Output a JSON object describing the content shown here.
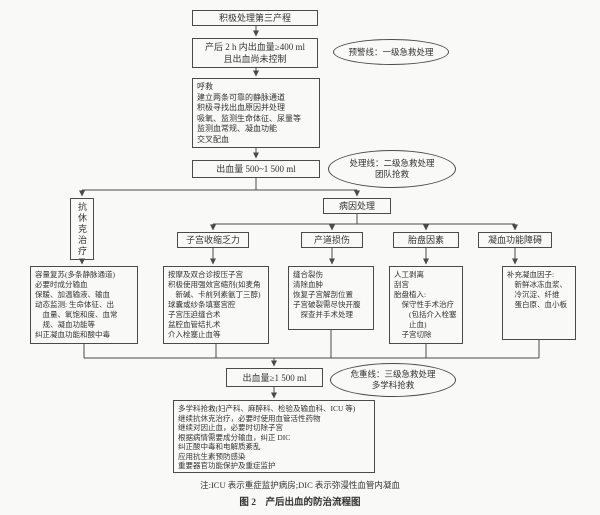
{
  "palette": {
    "line": "#4a4a4a",
    "text": "#333333",
    "bg": "#f9f9f7"
  },
  "flowchart": {
    "start_box": "积极处理第三产程",
    "warning_box": "产后 2 h 内出血量≥400 ml\n且出血尚未控制",
    "warning_ellipse": "预警线：一级急救处理",
    "response_box": "呼救\n建立两条可靠的静脉通道\n积极寻找出血原因并处理\n吸氧、监测生命体征、尿量等\n监测血常规、凝血功能\n交叉配血",
    "volume_box_1": "出血量 500~1 500 ml",
    "treatment_ellipse": "处理线：二级急救处理\n团队抢救",
    "anti_shock": {
      "label": "抗休克治疗",
      "detail": "容量复苏(多条静脉通道)\n必要时成分输血\n保暖、加温输液、输血\n动态监测: 生命体征、出\n　血量、氧饱和度、血常\n　规、凝血功能等\n纠正凝血功能和酸中毒"
    },
    "cause_header": "病因处理",
    "cause_columns": [
      {
        "cause": "子宫收缩乏力",
        "detail": "按摩及双合诊按压子宫\n积极使用强效宫缩剂(如麦角\n　新碱、卡前列素氨丁三醇)\n球囊或纱条填塞宫腔\n子宫压迫缝合术\n盆腔血管结扎术\n介入栓塞止血等"
      },
      {
        "cause": "产道损伤",
        "detail": "缝合裂伤\n清除血肿\n恢复子宫解剖位置\n子宫破裂需尽快开腹\n　探查并手术处理"
      },
      {
        "cause": "胎盘因素",
        "detail": "人工剥离\n刮宫\n胎盘植入:\n　保守性手术治疗\n　　(包括介入栓塞\n　　止血)\n　子宫切除"
      },
      {
        "cause": "凝血功能障碍",
        "detail": "补充凝血因子:\n　新鲜冰冻血浆、\n　冷沉淀、纤维\n　蛋白原、血小板"
      }
    ],
    "volume_box_2": "出血量≥1 500 ml",
    "critical_ellipse": "危重线：三级急救处理\n多学科抢救",
    "multidisciplinary_box": "多学科抢救(妇产科、麻醉科、检验及输血科、ICU 等)\n继续抗休克治疗，必要时使用血管活性药物\n继续对因止血，必要时切除子宫\n根据病情需要成分输血，纠正 DIC\n纠正酸中毒和电解质紊乱\n应用抗生素预防感染\n重要器官功能保护及重症监护",
    "note": "注:ICU 表示重症监护病房;DIC 表示弥漫性血管内凝血",
    "caption": "图 2　产后出血的防治流程图"
  }
}
